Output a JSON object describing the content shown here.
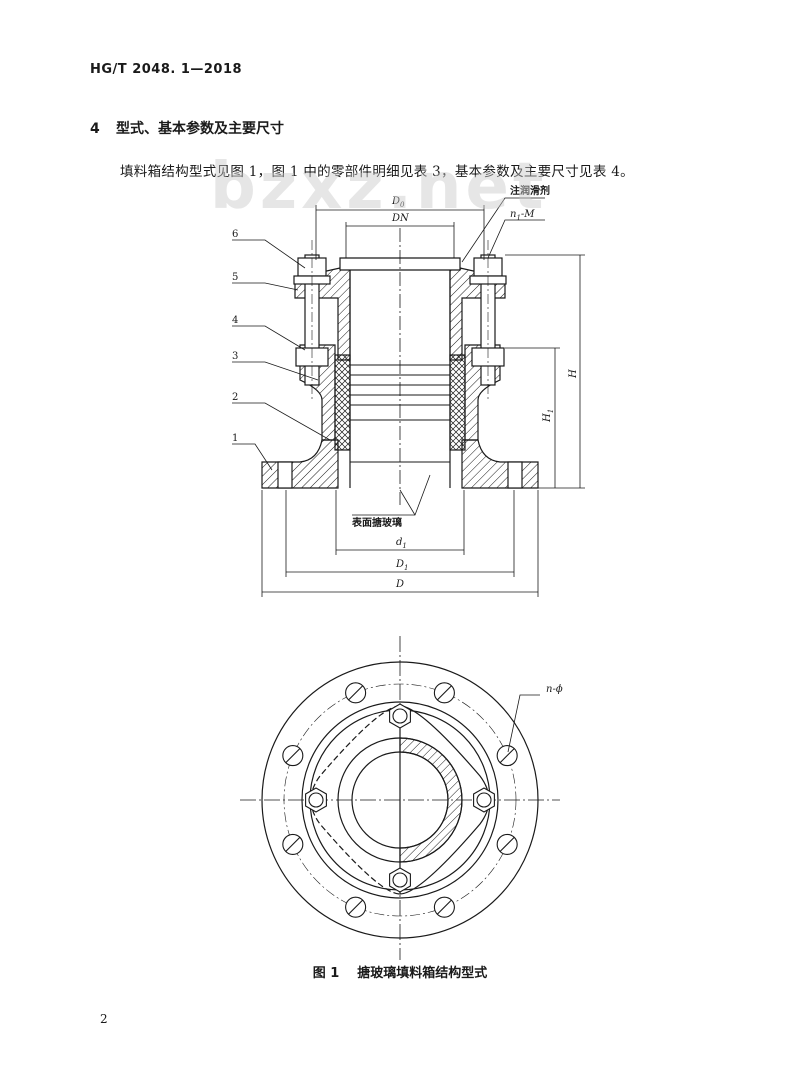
{
  "header": {
    "doc_code": "HG/T 2048. 1—2018"
  },
  "section": {
    "number": "4",
    "title": "型式、基本参数及主要尺寸"
  },
  "paragraph": {
    "text": "填料箱结构型式见图 1，图 1 中的零部件明细见表 3，基本参数及主要尺寸见表 4。"
  },
  "watermark": {
    "text": "bzxz.net"
  },
  "figure": {
    "caption_number": "图 1",
    "caption_title": "搪玻璃填料箱结构型式",
    "part_labels": [
      "1",
      "2",
      "3",
      "4",
      "5",
      "6"
    ],
    "dim_labels": {
      "D0": "D",
      "D0_sub": "0",
      "DN": "DN",
      "n1M": "n",
      "n1M_sub": "1",
      "n1M_rest": "-M",
      "lube": "注润滑剂",
      "H": "H",
      "H1": "H",
      "H1_sub": "1",
      "enamel": "表面搪玻璃",
      "d1": "d",
      "d1_sub": "1",
      "D1": "D",
      "D1_sub": "1",
      "D": "D",
      "nphi": "n-ϕ"
    }
  },
  "footer": {
    "page_number": "2"
  },
  "colors": {
    "ink": "#1a1a1a",
    "watermark": "#c8c8c8"
  }
}
